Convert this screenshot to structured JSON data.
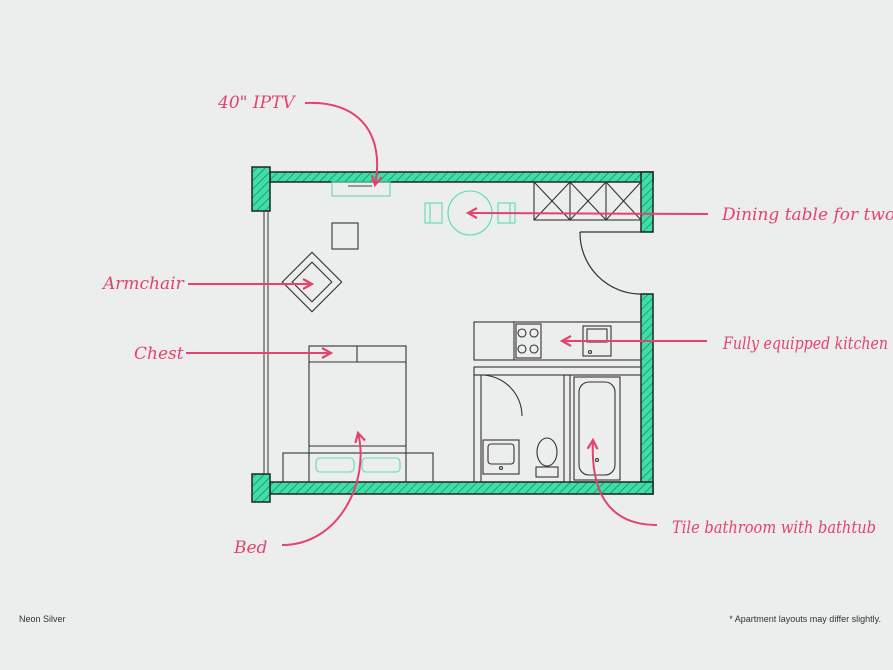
{
  "labels": {
    "tv": "40\" IPTV",
    "dining": "Dining table for two",
    "armchair": "Armchair",
    "chest": "Chest",
    "kitchen": "Fully equipped kitchen",
    "bed": "Bed",
    "bathroom": "Tile bathroom with bathtub"
  },
  "footer": {
    "apartment_name": "Neon Silver",
    "disclaimer": "* Apartment layouts may differ slightly."
  },
  "colors": {
    "background": "#eceeed",
    "wall": "#3ddfa7",
    "outline": "#333333",
    "accent": "#e5426e",
    "furniture_light": "#5fdcb3"
  }
}
